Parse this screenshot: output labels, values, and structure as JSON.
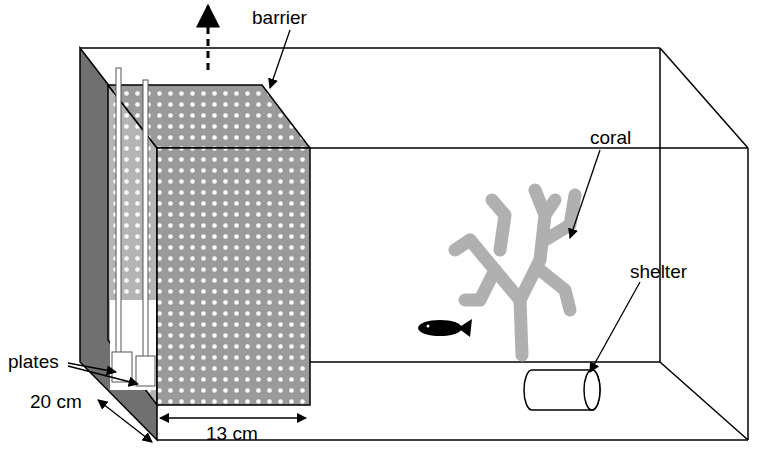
{
  "diagram": {
    "labels": [
      "barrier",
      "coral",
      "shelter",
      "plates",
      "20 cm",
      "13 cm"
    ]
  }
}
